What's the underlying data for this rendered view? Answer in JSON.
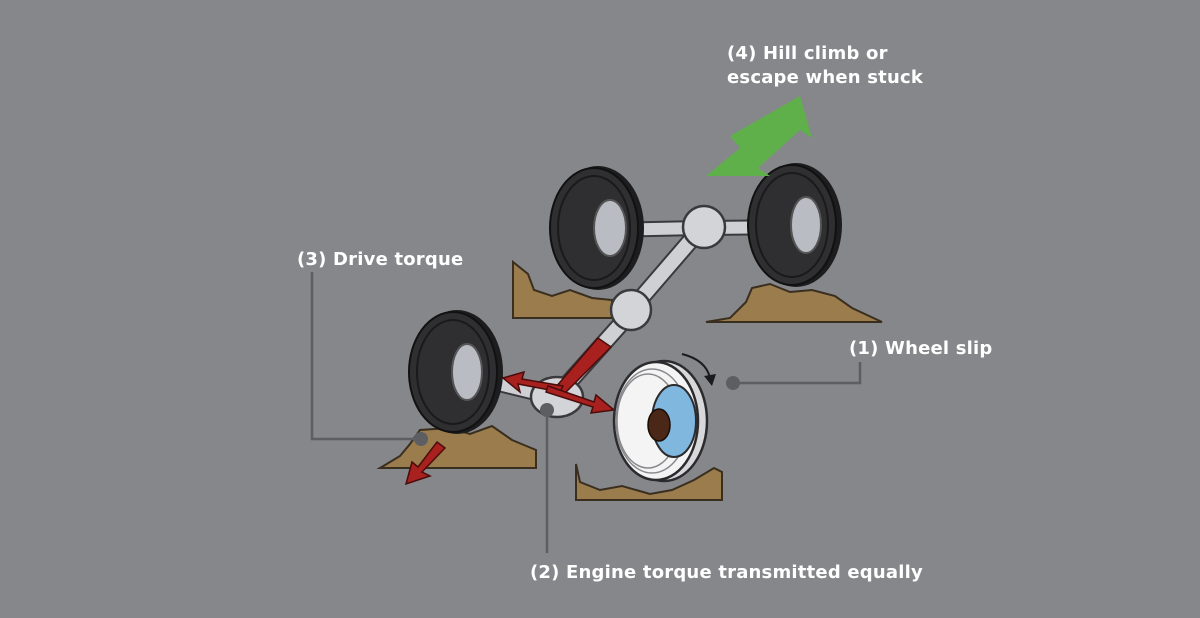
{
  "labels": {
    "hill_climb": {
      "line1": "(4) Hill climb or",
      "line2": "escape when stuck"
    },
    "drive_torque": "(3) Drive torque",
    "wheel_slip": "(1) Wheel slip",
    "engine_torque": "(2) Engine torque transmitted equally"
  },
  "colors": {
    "background": "#86878a",
    "tire": "#2f2f31",
    "rim": "#b9bcc3",
    "shaft": "#cfd0d4",
    "ground": "#9a7c4d",
    "torque_arrow": "#a8211f",
    "escape_arrow": "#5fb04a",
    "slip_tire": "#f4f4f4",
    "slip_hub": "#7fb7df",
    "leader_line": "#5d5e61"
  }
}
